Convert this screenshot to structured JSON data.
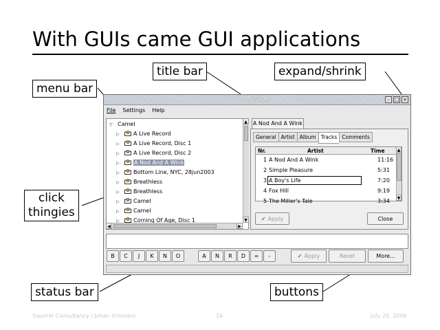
{
  "slide": {
    "title": "With GUIs came GUI applications",
    "footer_left": "Squirrel Consultancy / Johan Vromans",
    "footer_center": "16",
    "footer_right": "July 20, 2006"
  },
  "callouts": {
    "title_bar": "title bar",
    "expand_shrink": "expand/shrink",
    "menu_bar": "menu bar",
    "click_line1": "click",
    "click_line2": "thingies",
    "status_bar": "status bar",
    "buttons": "buttons"
  },
  "window": {
    "title": "MusicDB",
    "controls": [
      "–",
      "□",
      "×"
    ]
  },
  "menu": {
    "items": [
      "File",
      "Settings",
      "Help"
    ]
  },
  "tree": {
    "root": "Camel",
    "items": [
      "A Live Record",
      "A Live Record, Disc 1",
      "A Live Record, Disc 2",
      "A Nod And A Wink",
      "Bottom Line, NYC, 28jun2003",
      "Breathless",
      "Breathless",
      "Camel",
      "Camel",
      "Coming Of Age, Disc 1"
    ],
    "selected_index": 3
  },
  "album": {
    "header": "A Nod And A Wink",
    "tabs": [
      "General",
      "Artist",
      "Album",
      "Tracks",
      "Comments"
    ],
    "active_tab": "Tracks",
    "table": {
      "headers": [
        "Nr.",
        "Artist",
        "Time"
      ],
      "rows": [
        {
          "nr": "1",
          "artist": "A Nod And A Wink",
          "time": "11:16"
        },
        {
          "nr": "2",
          "artist": "Simple Pleasure",
          "time": "5:31"
        },
        {
          "nr": "3",
          "artist": "A Boy's Life",
          "time": "7:20"
        },
        {
          "nr": "4",
          "artist": "Fox Hill",
          "time": "9:19"
        },
        {
          "nr": "5",
          "artist": "The Miller's Tale",
          "time": "3:34"
        }
      ]
    },
    "apply_label": "Apply",
    "close_label": "Close"
  },
  "keypad": {
    "group1": [
      "B",
      "C",
      "J",
      "K",
      "N",
      "O"
    ],
    "group2": [
      "A",
      "N",
      "R",
      "D",
      "=",
      "-"
    ]
  },
  "bottom_buttons": {
    "apply": "Apply",
    "reset": "Reset",
    "more": "More..."
  },
  "colors": {
    "selection": "#8c94a6",
    "window_bg": "#e8e8e8",
    "disabled_text": "#9a9a9a"
  }
}
